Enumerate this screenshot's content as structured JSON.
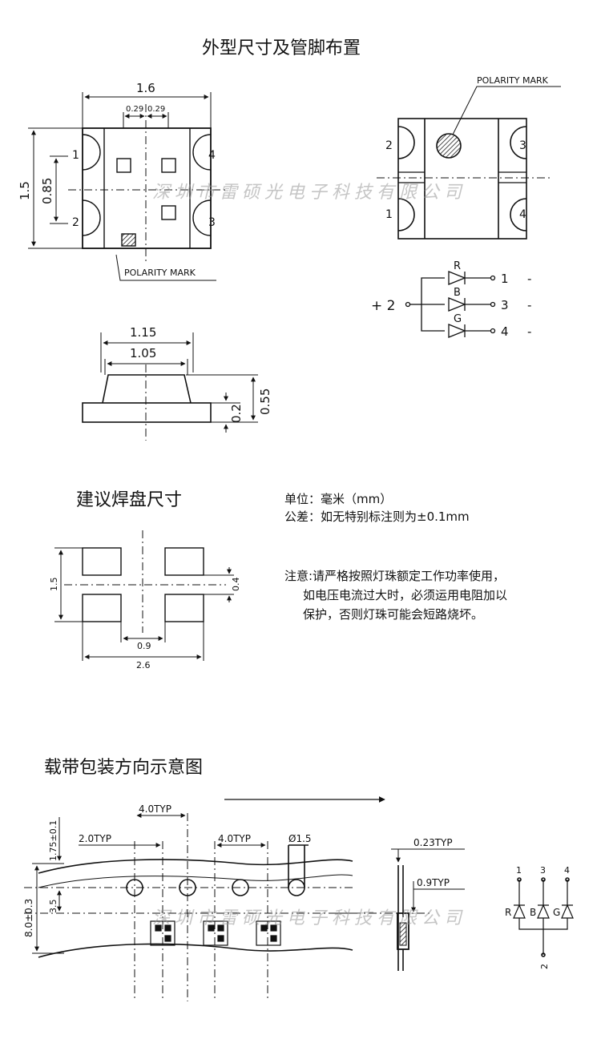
{
  "titles": {
    "outline": "外型尺寸及管脚布置",
    "pad": "建议焊盘尺寸",
    "tape": "载带包装方向示意图"
  },
  "notes": {
    "unit": "单位：毫米（mm）",
    "tolerance": "公差：如无特别标注则为±0.1mm",
    "caution_1": "注意:请严格按照灯珠额定工作功率使用，",
    "caution_2": "如电压电流过大时，必须运用电阻加以",
    "caution_3": "保护，否则灯珠可能会短路烧坏。"
  },
  "watermark": "深圳市雷硕光电子科技有限公司",
  "top_view": {
    "width": "1.6",
    "pad_w1": "0.29",
    "pad_w2": "0.29",
    "height": "1.5",
    "pitch": "0.85",
    "pins": [
      "1",
      "2",
      "4",
      "3"
    ],
    "polarity": "POLARITY MARK"
  },
  "bottom_view": {
    "polarity": "POLARITY MARK",
    "pins": [
      "2",
      "3",
      "1",
      "4"
    ]
  },
  "circuit": {
    "common": "+ 2",
    "channels": [
      {
        "color": "R",
        "pin": "1",
        "sign": "-"
      },
      {
        "color": "B",
        "pin": "3",
        "sign": "-"
      },
      {
        "color": "G",
        "pin": "4",
        "sign": "-"
      }
    ]
  },
  "side_view": {
    "top": "1.15",
    "inner": "1.05",
    "height": "0.55",
    "base": "0.2"
  },
  "pad_layout": {
    "height": "1.5",
    "gap": "0.4",
    "inner": "0.9",
    "total": "2.6"
  },
  "tape": {
    "pitch_top": "4.0TYP",
    "pitch_mid": "4.0TYP",
    "offset": "2.0TYP",
    "hole": "Ø1.5",
    "edge": "1.75±0.1",
    "center": "3.5",
    "width": "8.0±0.3",
    "thickness": "0.23TYP",
    "depth": "0.9TYP"
  },
  "tape_pins": {
    "top": [
      "1",
      "3",
      "4"
    ],
    "colors": [
      "R",
      "B",
      "G"
    ],
    "bottom": "2"
  }
}
